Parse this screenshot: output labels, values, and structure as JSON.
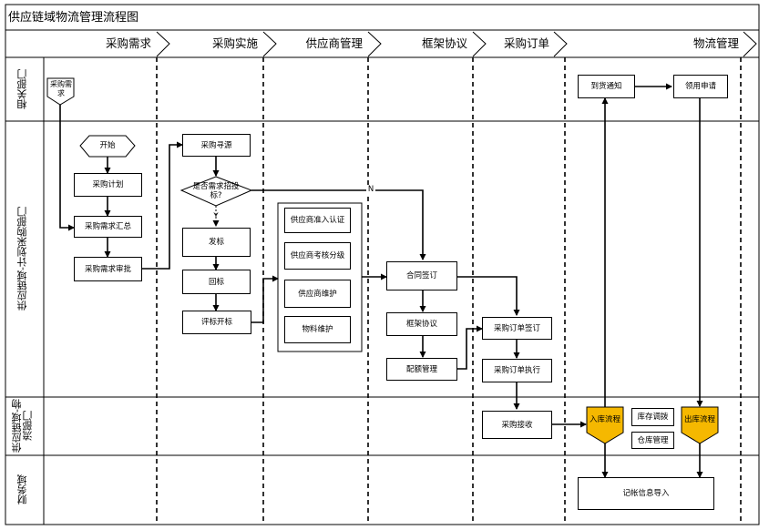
{
  "title": "供应链域物流管理流程图",
  "phases": [
    "采购需求",
    "采购实施",
    "供应商管理",
    "框架协议",
    "采购订单",
    "物流管理"
  ],
  "lanes": [
    "相关部门",
    "供应链域-计划采购部门",
    "供应链域-物流部门",
    "财务域"
  ],
  "nodes": {
    "purchase_need_doc": "采购需求",
    "start": "开始",
    "purchase_plan": "采购计划",
    "need_summary": "采购需求汇总",
    "need_approval": "采购需求审批",
    "sourcing": "采购寻源",
    "bid_decision": "是否需求招投标?",
    "bid_issue": "发标",
    "bid_return": "回标",
    "bid_evaluation": "评标开标",
    "supplier_access": "供应商准入认证",
    "supplier_rating": "供应商考核分级",
    "supplier_maintain": "供应商维护",
    "material_maintain": "物料维护",
    "contract_sign": "合同签订",
    "framework_agreement": "框架协议",
    "quota_mgmt": "配额管理",
    "po_sign": "采购订单签订",
    "po_execute": "采购订单执行",
    "po_receive": "采购接收",
    "arrival_notice": "到货通知",
    "requisition": "领用申请",
    "inbound_process": "入库流程",
    "stock_adjust": "库存调拨",
    "warehouse_mgmt": "仓库管理",
    "outbound_process": "出库流程",
    "accounting_import": "记帐信息导入"
  },
  "branch_labels": {
    "yes": "Y",
    "no": "N"
  },
  "colors": {
    "line": "#000000",
    "highlight": "#f5b800",
    "background": "#ffffff"
  }
}
